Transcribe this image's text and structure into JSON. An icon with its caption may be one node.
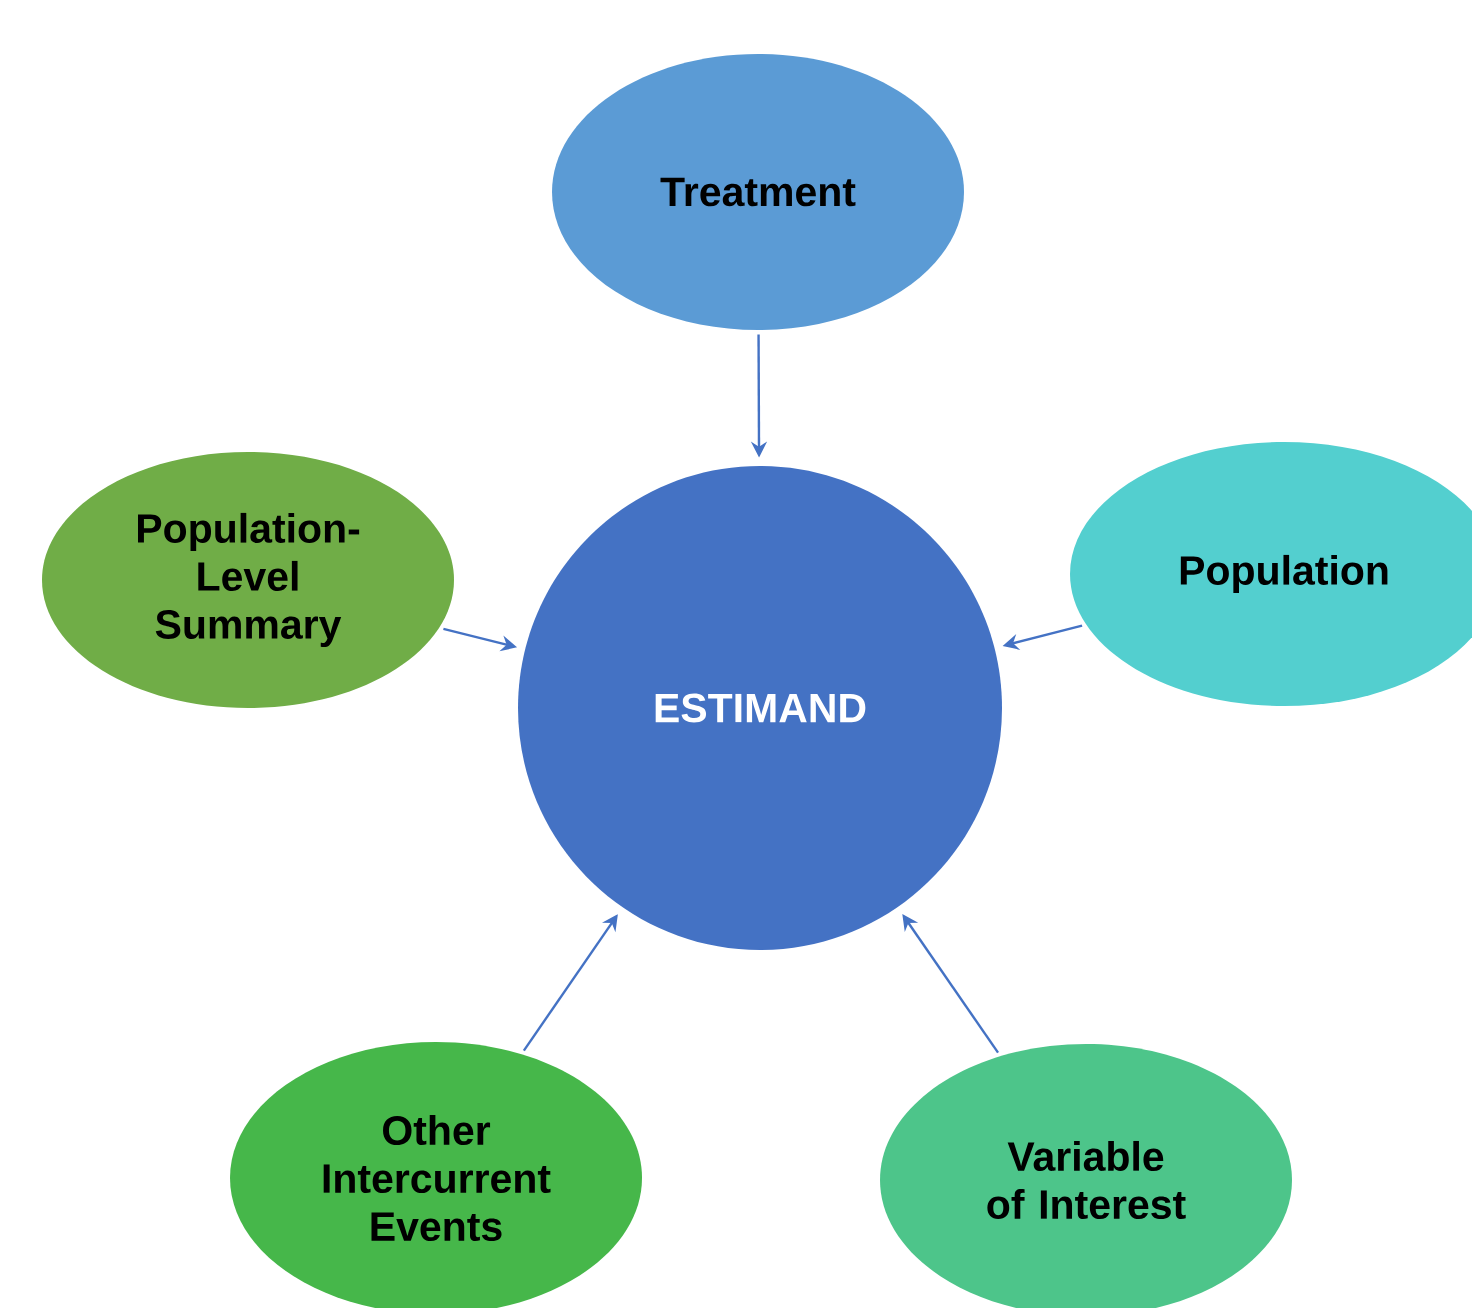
{
  "diagram": {
    "nodes": [
      {
        "text": [
          "Treatment"
        ]
      },
      {
        "text": [
          "Population- Level Summary"
        ]
      },
      {
        "text": [
          "Population"
        ]
      },
      {
        "text": [
          "ESTIMAND"
        ]
      },
      {
        "text": [
          "Other Intercurrent Events"
        ]
      },
      {
        "text": [
          "Variable of Interest"
        ]
      }
    ],
    "edges": [
      {
        "from": 0,
        "to": 3,
        "arrow": "to"
      },
      {
        "from": 2,
        "to": 3,
        "arrow": "to"
      },
      {
        "from": 1,
        "to": 3,
        "arrow": "to"
      },
      {
        "from": 4,
        "to": 3,
        "arrow": "to"
      },
      {
        "from": 5,
        "to": 3,
        "arrow": "to"
      }
    ]
  }
}
